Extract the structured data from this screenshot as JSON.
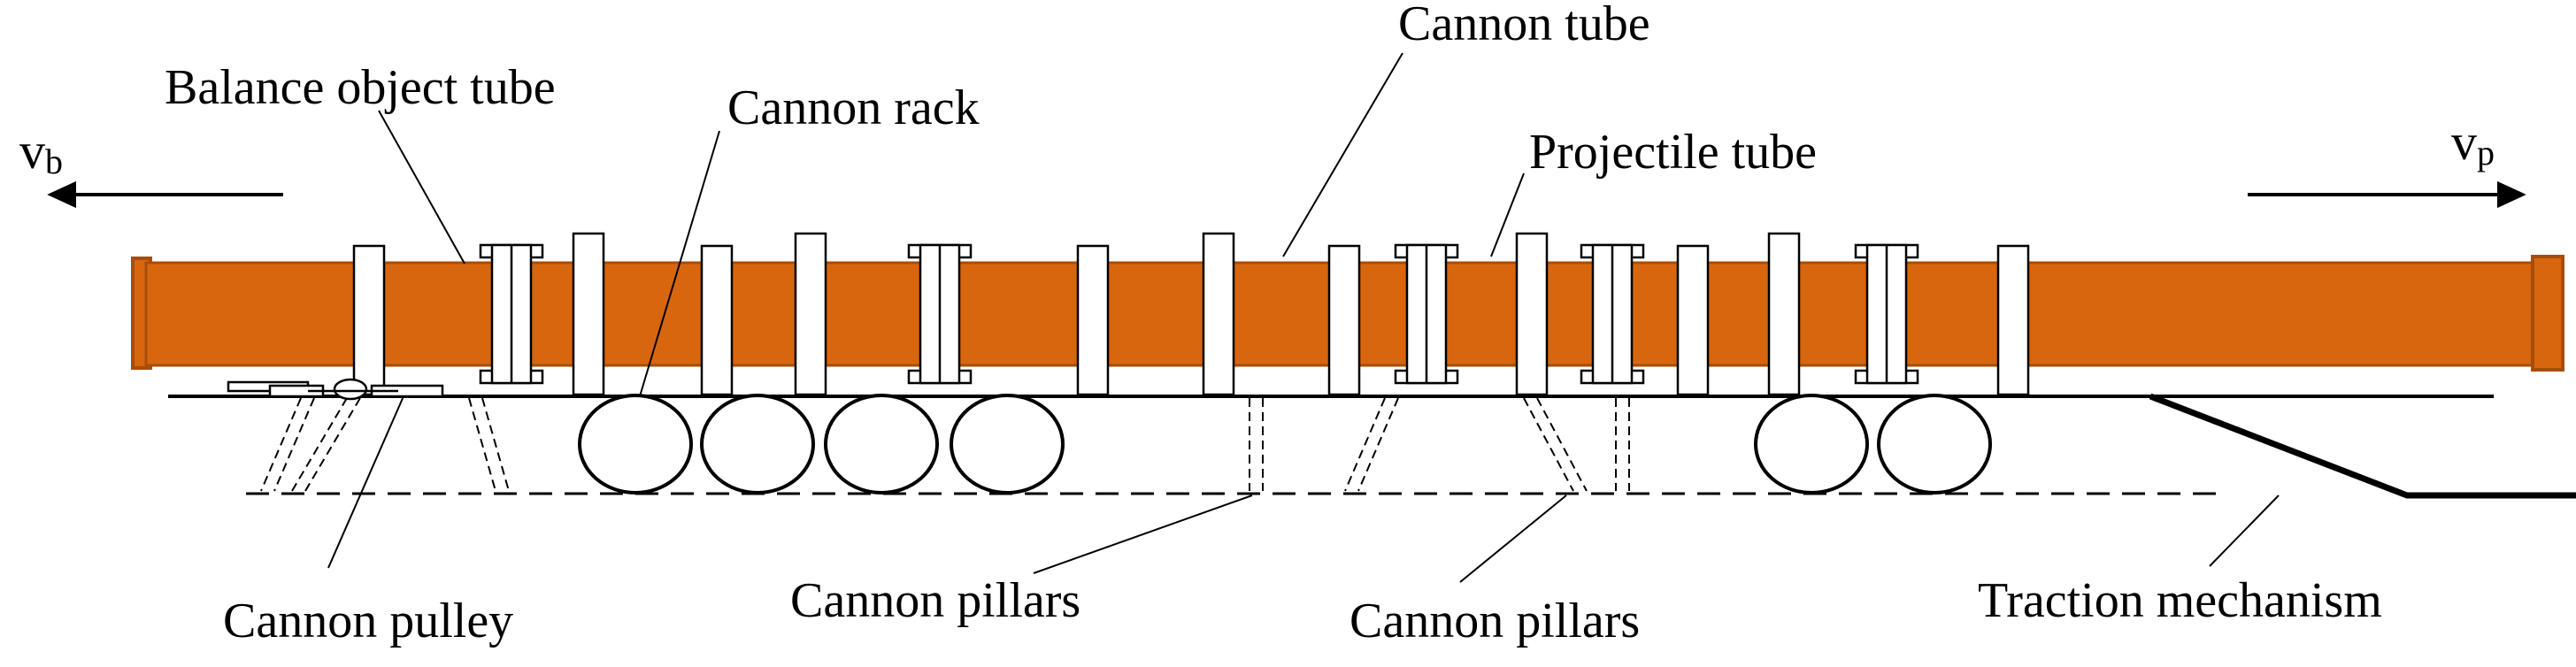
{
  "labels": {
    "cannon_tube": "Cannon tube",
    "balance_object_tube": "Balance object tube",
    "cannon_rack": "Cannon rack",
    "projectile_tube": "Projectile tube",
    "v_b_main": "v",
    "v_b_sub": "b",
    "v_p_main": "v",
    "v_p_sub": "p",
    "cannon_pulley": "Cannon pulley",
    "cannon_pillars_left": "Cannon pillars",
    "cannon_pillars_right": "Cannon pillars",
    "traction_mechanism": "Traction mechanism"
  },
  "colors": {
    "tube": "#d7660f",
    "tube_outline": "#a84d08",
    "line": "#000000",
    "background": "#ffffff"
  }
}
